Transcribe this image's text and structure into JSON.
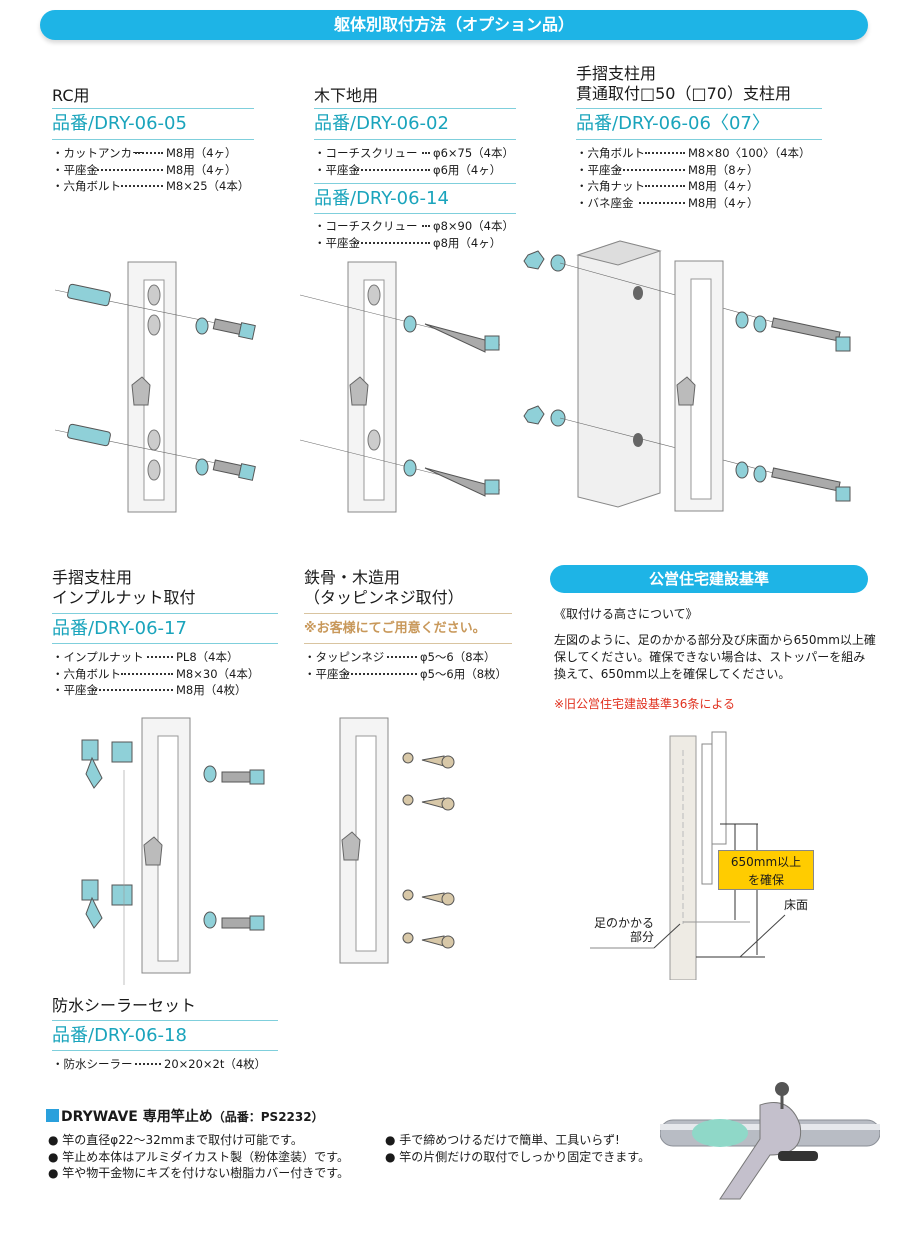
{
  "header": {
    "title": "躯体別取付方法（オプション品）"
  },
  "rc": {
    "title": "RC用",
    "part": "品番/DRY-06-05",
    "specs": [
      {
        "name": "・カットアンカー",
        "value": "M8用（4ヶ）"
      },
      {
        "name": "・平座金",
        "value": "M8用（4ヶ）"
      },
      {
        "name": "・六角ボルト",
        "value": "M8×25（4本）"
      }
    ]
  },
  "wood": {
    "title": "木下地用",
    "part_a": "品番/DRY-06-02",
    "specs_a": [
      {
        "name": "・コーチスクリュー",
        "value": "φ6×75（4本）"
      },
      {
        "name": "・平座金",
        "value": "φ6用（4ヶ）"
      }
    ],
    "part_b": "品番/DRY-06-14",
    "specs_b": [
      {
        "name": "・コーチスクリュー",
        "value": "φ8×90（4本）"
      },
      {
        "name": "・平座金",
        "value": "φ8用（4ヶ）"
      }
    ]
  },
  "post": {
    "title1": "手摺支柱用",
    "title2": "貫通取付□50（□70）支柱用",
    "part": "品番/DRY-06-06〈07〉",
    "specs": [
      {
        "name": "・六角ボルト",
        "value": "M8×80〈100〉（4本）"
      },
      {
        "name": "・平座金",
        "value": "M8用（8ヶ）"
      },
      {
        "name": "・六角ナット",
        "value": "M8用（4ヶ）"
      },
      {
        "name": "・バネ座金",
        "value": "M8用（4ヶ）"
      }
    ]
  },
  "impl": {
    "title1": "手摺支柱用",
    "title2": "インプルナット取付",
    "part": "品番/DRY-06-17",
    "specs": [
      {
        "name": "・インプルナット",
        "value": "PL8（4本）"
      },
      {
        "name": "・六角ボルト",
        "value": "M8×30（4本）"
      },
      {
        "name": "・平座金",
        "value": "M8用（4枚）"
      }
    ]
  },
  "steel": {
    "title1": "鉄骨・木造用",
    "title2": "（タッピンネジ取付）",
    "note": "※お客様にてご用意ください。",
    "specs": [
      {
        "name": "・タッピンネジ",
        "value": "φ5〜6（8本）"
      },
      {
        "name": "・平座金",
        "value": "φ5〜6用（8枚）"
      }
    ]
  },
  "standard": {
    "title": "公営住宅建設基準",
    "subtitle": "《取付ける高さについて》",
    "body": "左図のように、足のかかる部分及び床面から650mm以上確保してください。確保できない場合は、ストッパーを組み換えて、650mm以上を確保してください。",
    "note": "※旧公営住宅建設基準36条による",
    "diagram": {
      "box_line1": "650mm以上",
      "box_line2": "を確保",
      "floor": "床面",
      "foot_line1": "足のかかる",
      "foot_line2": "部分"
    }
  },
  "sealer": {
    "title": "防水シーラーセット",
    "part": "品番/DRY-06-18",
    "specs": [
      {
        "name": "・防水シーラー",
        "value": "20×20×2t（4枚）"
      }
    ]
  },
  "clamp": {
    "heading": "DRYWAVE 専用竿止め",
    "heading_part": "（品番：PS2232）",
    "bullets_left": [
      "● 竿の直径φ22〜32mmまで取付け可能です。",
      "● 竿止め本体はアルミダイカスト製（粉体塗装）です。",
      "● 竿や物干金物にキズを付けない樹脂カバー付きです。"
    ],
    "bullets_right": [
      "● 手で締めつけるだけで簡単、工具いらず!",
      "● 竿の片側だけの取付でしっかり固定できます。"
    ]
  },
  "colors": {
    "accent": "#1eb4e6",
    "part": "#1aa4bc",
    "tan": "#c8985a",
    "red": "#e0301e",
    "yellow": "#ffcc00"
  }
}
